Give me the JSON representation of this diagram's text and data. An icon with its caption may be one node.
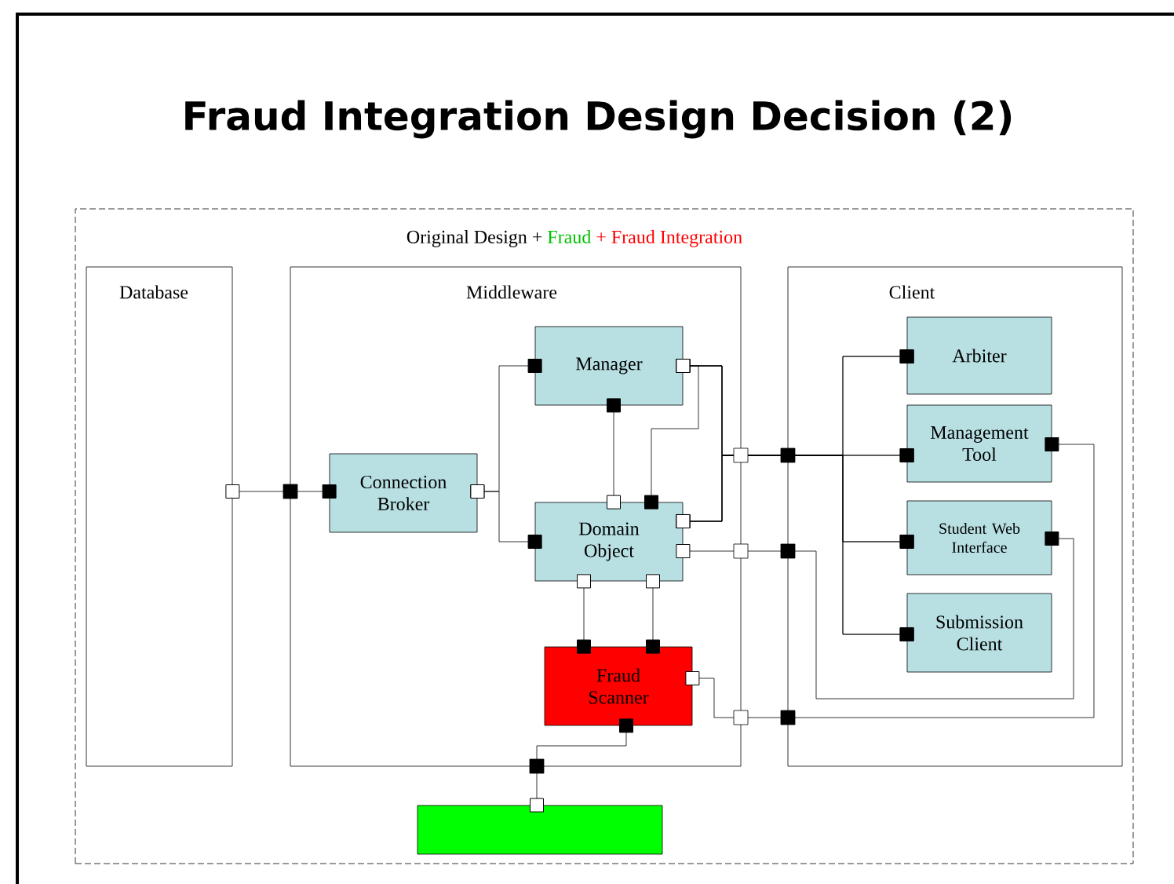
{
  "diagram": {
    "title": "Fraud Integration Design Decision (2)",
    "nodes": [
      {
        "text": [
          "Original Design +",
          "Fraud",
          "+ Fraud Integration"
        ]
      },
      {
        "text": [
          "Database"
        ],
        "in": 0
      },
      {
        "text": [
          "Middleware"
        ],
        "in": 0
      },
      {
        "text": [
          "Client"
        ],
        "in": 0
      },
      {
        "text": [
          "Manager"
        ],
        "in": 2
      },
      {
        "text": [
          "Connection Broker"
        ],
        "in": 2
      },
      {
        "text": [
          "Domain Object"
        ],
        "in": 2
      },
      {
        "text": [
          "Fraud Scanner"
        ],
        "in": 2
      },
      {
        "text": [
          "Arbiter"
        ],
        "in": 3
      },
      {
        "text": [
          "Management Tool"
        ],
        "in": 3
      },
      {
        "text": [
          "Student Web Interface"
        ],
        "in": 3
      },
      {
        "text": [
          "Submission Client"
        ],
        "in": 3
      },
      {
        "text": [],
        "shape": "box",
        "in": 0
      }
    ],
    "edges": [
      {
        "from": 1,
        "to": 5,
        "arrow": "other"
      },
      {
        "from": 5,
        "to": 4,
        "arrow": "other"
      },
      {
        "from": 5,
        "to": 6,
        "arrow": "other"
      },
      {
        "from": 4,
        "to": 6,
        "arrow": "other"
      },
      {
        "from": 4,
        "to": 6,
        "arrow": "other"
      },
      {
        "from": 4,
        "to": 8,
        "arrow": "other"
      },
      {
        "from": 4,
        "to": 9,
        "arrow": "other"
      },
      {
        "from": 4,
        "to": 10,
        "arrow": "other"
      },
      {
        "from": 4,
        "to": 11,
        "arrow": "other"
      },
      {
        "from": 6,
        "to": 8,
        "arrow": "other"
      },
      {
        "from": 6,
        "to": 9,
        "arrow": "other"
      },
      {
        "from": 6,
        "to": 10,
        "arrow": "other"
      },
      {
        "from": 6,
        "to": 11,
        "arrow": "other"
      },
      {
        "from": 6,
        "to": 10,
        "arrow": "other"
      },
      {
        "from": 7,
        "to": 9,
        "arrow": "other"
      },
      {
        "from": 6,
        "to": 7,
        "arrow": "other"
      },
      {
        "from": 6,
        "to": 7,
        "arrow": "other"
      },
      {
        "from": 7,
        "to": 12,
        "arrow": "other"
      }
    ]
  }
}
